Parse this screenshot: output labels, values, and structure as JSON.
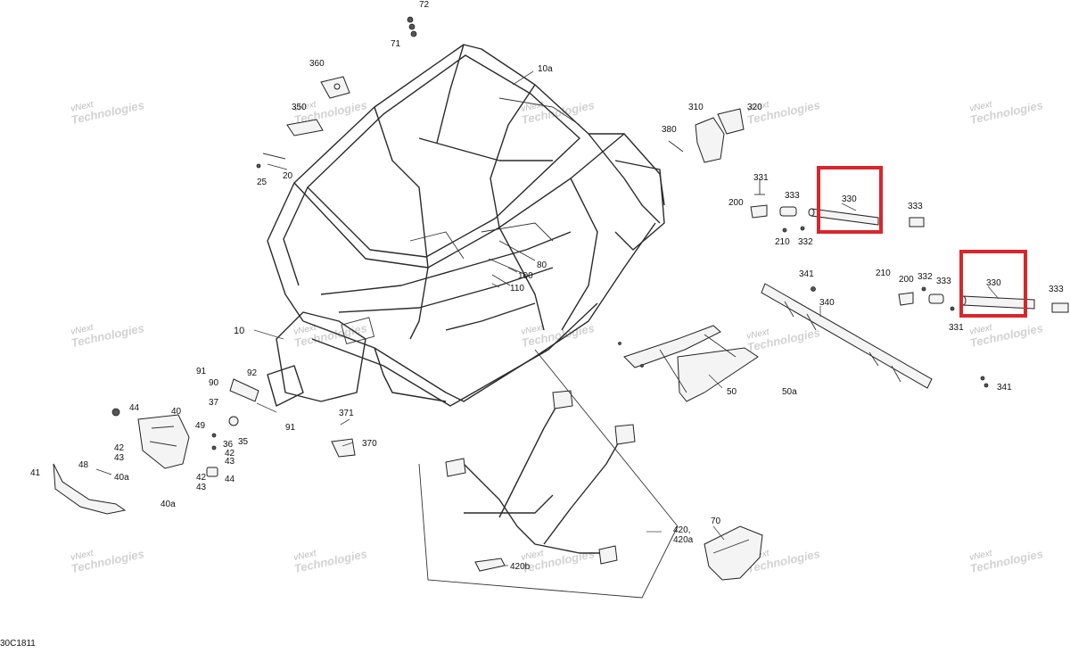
{
  "diagram_code": "30C1811",
  "watermark": {
    "line1": "vNext",
    "line2": "Technologies"
  },
  "highlight_color": "#d9262c",
  "labels": {
    "l72": "72",
    "l71": "71",
    "l10a": "10a",
    "l360": "360",
    "l350": "350",
    "l25": "25",
    "l20": "20",
    "l10": "10",
    "l91a": "91",
    "l92": "92",
    "l90": "90",
    "l37": "37",
    "l49": "49",
    "l36": "36",
    "l35": "35",
    "l42a": "42",
    "l43a": "43",
    "l91b": "91",
    "l371": "371",
    "l370": "370",
    "l44a": "44",
    "l40": "40",
    "l42b": "42",
    "l43b": "43",
    "l40a1": "40a",
    "l48": "48",
    "l41": "41",
    "l42c": "42",
    "l43c": "43",
    "l44b": "44",
    "l40a2": "40a",
    "l80": "80",
    "l100": "100",
    "l110": "110",
    "l310": "310",
    "l320": "320",
    "l380": "380",
    "l331a": "331",
    "l200a": "200",
    "l333a": "333",
    "l210a": "210",
    "l332a": "332",
    "l330a": "330",
    "l333b": "333",
    "l341a": "341",
    "l340": "340",
    "l210b": "210",
    "l200b": "200",
    "l332b": "332",
    "l333c": "333",
    "l330b": "330",
    "l333d": "333",
    "l331b": "331",
    "l50": "50",
    "l50a": "50a",
    "l341b": "341",
    "l420": "420,",
    "l420a": "420a",
    "l420b": "420b",
    "l70": "70"
  }
}
